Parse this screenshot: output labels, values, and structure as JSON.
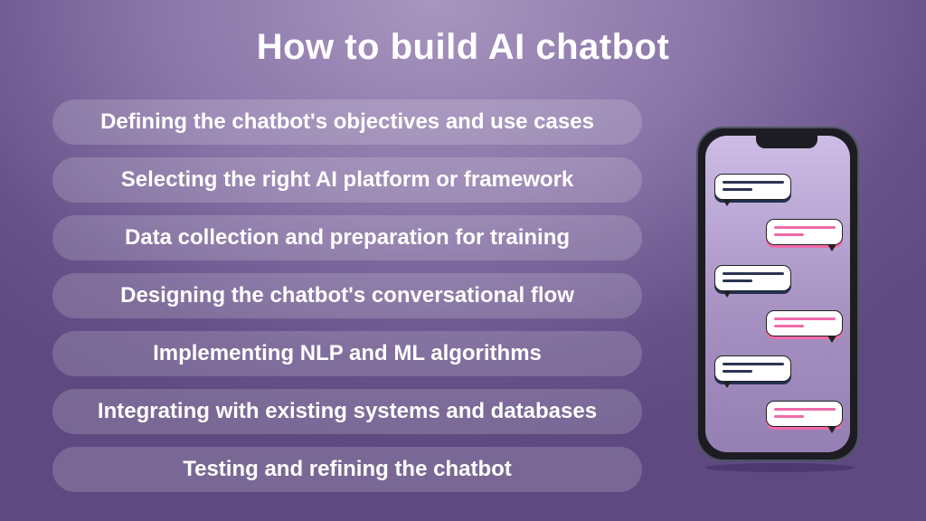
{
  "title": "How to build AI chatbot",
  "steps": [
    "Defining the chatbot's objectives and use cases",
    "Selecting the right AI platform or framework",
    "Data collection and preparation for training",
    "Designing the chatbot's conversational flow",
    "Implementing NLP and ML algorithms",
    "Integrating with existing systems and databases",
    "Testing and refining the chatbot"
  ],
  "colors": {
    "incoming_bubble_lines": "#2a3452",
    "outgoing_bubble_lines": "#f06aa8"
  }
}
